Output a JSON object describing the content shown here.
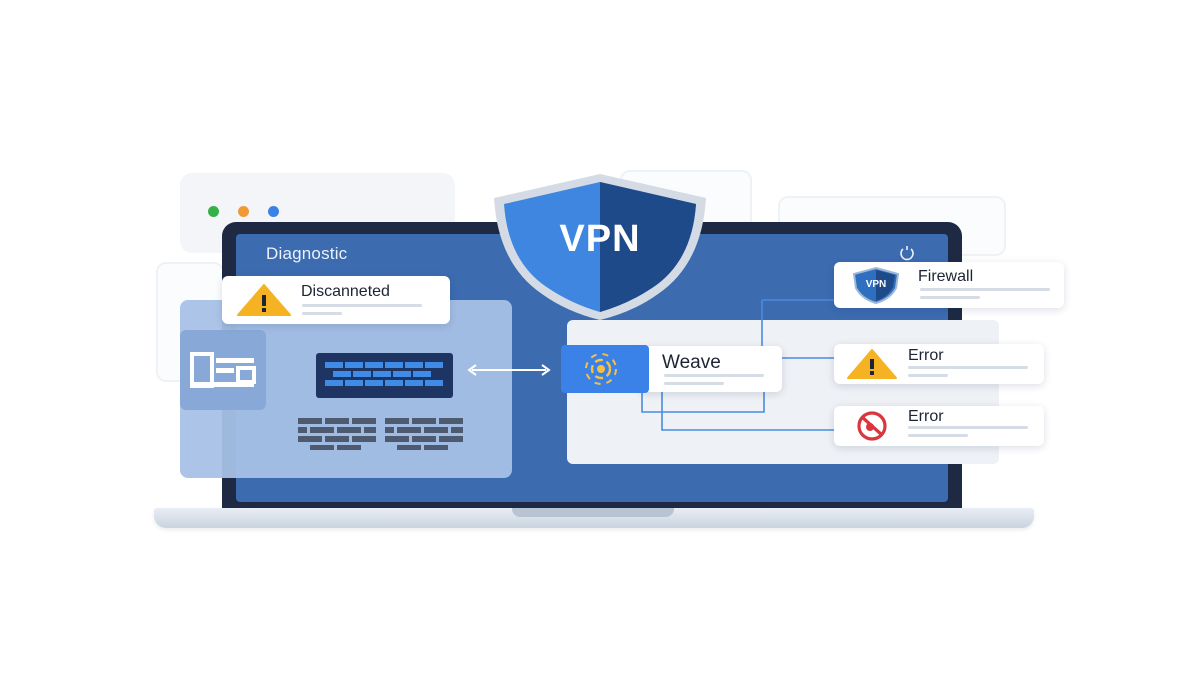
{
  "screen": {
    "title": "Diagnostic"
  },
  "shield": {
    "label": "VPN"
  },
  "cards": {
    "disconnected": {
      "title": "Discanneted",
      "icon": "warning-icon"
    },
    "weave": {
      "title": "Weave",
      "icon": "radio-signal-icon"
    },
    "firewall": {
      "title": "Firewall",
      "badge": "VPN",
      "icon": "shield-icon"
    },
    "error_warning": {
      "title": "Error",
      "icon": "warning-icon"
    },
    "error_blocked": {
      "title": "Error",
      "icon": "blocked-icon"
    }
  },
  "colors": {
    "screen": "#3c6bb0",
    "bezel": "#1e2a44",
    "shield_light": "#3f86e0",
    "shield_dark": "#1f4a8a",
    "warning": "#f5b323",
    "error": "#d9363e",
    "weave": "#3b82e8",
    "browser_dot_green": "#36b14a",
    "browser_dot_orange": "#f09a35",
    "browser_dot_blue": "#3b82e8"
  }
}
